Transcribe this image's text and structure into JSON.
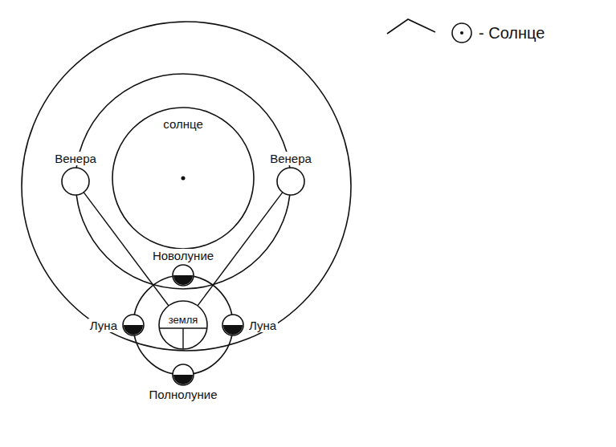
{
  "diagram": {
    "nodes": [
      {
        "text": [
          "солнце"
        ]
      },
      {
        "text": [
          "Венера"
        ]
      },
      {
        "text": [
          "Венера"
        ]
      },
      {
        "text": [
          "Новолуние"
        ]
      },
      {
        "text": [
          "земля"
        ]
      },
      {
        "text": [
          "Луна"
        ]
      },
      {
        "text": [
          "Луна"
        ]
      },
      {
        "text": [
          "Полнолуние"
        ]
      }
    ],
    "edges": [
      {
        "from": 1,
        "to": 4,
        "arrow": "none"
      },
      {
        "from": 2,
        "to": 4,
        "arrow": "none"
      }
    ],
    "legend": [
      {
        "text": "- Солнце"
      }
    ]
  }
}
